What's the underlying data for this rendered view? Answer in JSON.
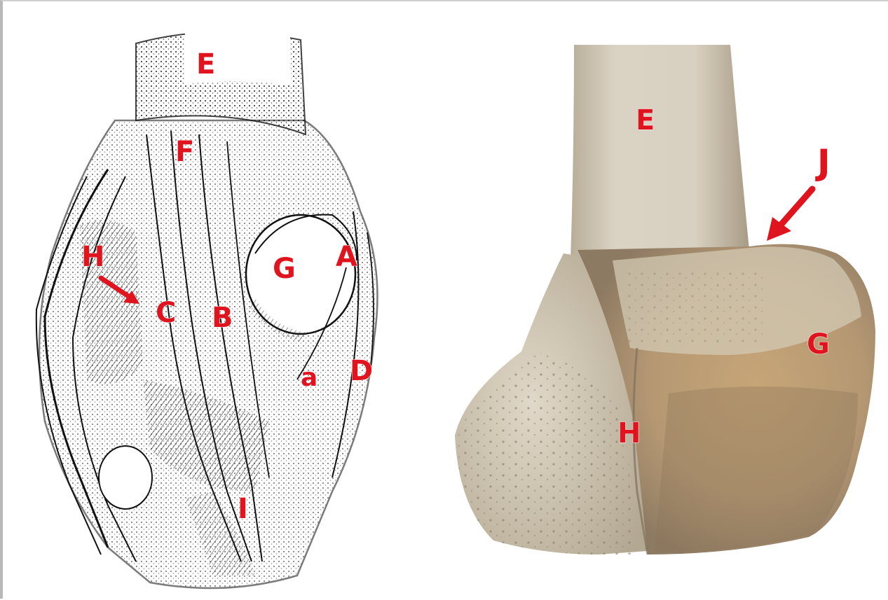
{
  "left_panel": {
    "labels": {
      "E": "E",
      "F": "F",
      "H": "H",
      "C": "C",
      "B": "B",
      "G": "G",
      "A": "A",
      "D": "D",
      "a": "a",
      "I": "I"
    },
    "colors": {
      "ink": "#1a1a1a",
      "label": "#e0141e"
    }
  },
  "right_panel": {
    "labels": {
      "E": "E",
      "J": "J",
      "G": "G",
      "H": "H"
    },
    "colors": {
      "bone_light": "#d9d2c3",
      "bone_shadow": "#a89a82",
      "condyle": "#c9a97c",
      "label": "#e0141e"
    }
  }
}
